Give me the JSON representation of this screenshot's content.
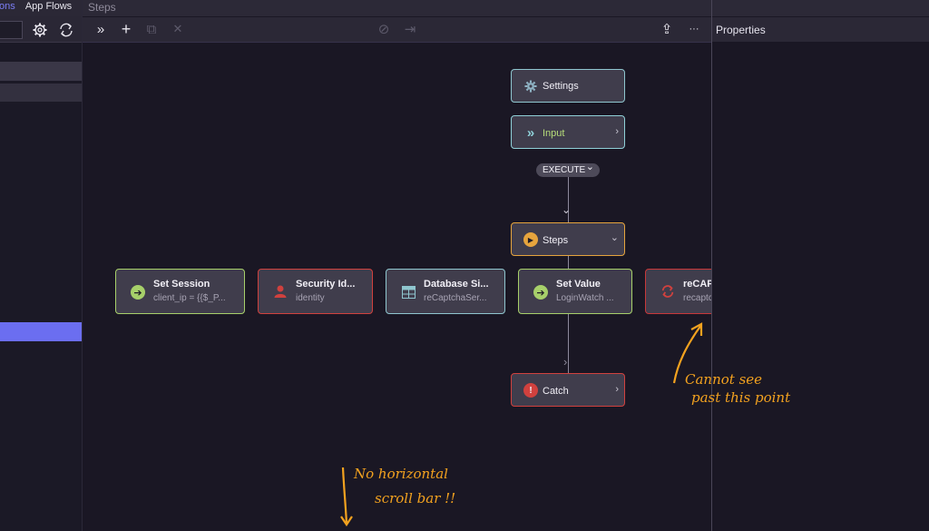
{
  "left_panel": {
    "tab_partial": "ons",
    "tab_app_flows": "App Flows"
  },
  "steps_panel": {
    "title": "Steps",
    "toolbar": {
      "expand": "»",
      "add": "+",
      "copy": "⧉",
      "delete": "✕",
      "disable": "⊘",
      "export": "⇥",
      "share": "⇪",
      "more": "···"
    },
    "nodes": {
      "settings": {
        "label": "Settings"
      },
      "input": {
        "label": "Input",
        "chevron": "›"
      },
      "execute": {
        "label": "EXECUTE",
        "chevron": "⌄"
      },
      "steps": {
        "label": "Steps",
        "chevron": "⌄"
      },
      "catch": {
        "label": "Catch",
        "chevron": "›"
      },
      "set_session": {
        "title": "Set Session",
        "subtitle": "client_ip = {{$_P..."
      },
      "security_identity": {
        "title": "Security Id...",
        "subtitle": "identity"
      },
      "database_single": {
        "title": "Database Si...",
        "subtitle": "reCaptchaSer..."
      },
      "set_value": {
        "title": "Set Value",
        "subtitle": "LoginWatch ..."
      },
      "recaptcha": {
        "title": "reCAP",
        "subtitle": "recaptc"
      }
    },
    "connector_arrows": {
      "down": "⌄",
      "right": "›"
    }
  },
  "properties_panel": {
    "title": "Properties"
  },
  "annotations": {
    "right_note_line1": "Cannot see",
    "right_note_line2": "past this point",
    "bottom_note_line1": "No horizontal",
    "bottom_note_line2": "scroll bar !!"
  },
  "colors": {
    "settings_border": "#8fc6cf",
    "input_border": "#8fd0d8",
    "steps_border": "#e6a43d",
    "catch_border": "#d0413e",
    "set_session_border": "#a7d06a",
    "security_border": "#d0413e",
    "database_border": "#8fc6cf",
    "set_value_border": "#a7d06a",
    "recaptcha_border": "#c8383a",
    "annotation": "#f3a21f",
    "selection": "#6b6ef0"
  }
}
